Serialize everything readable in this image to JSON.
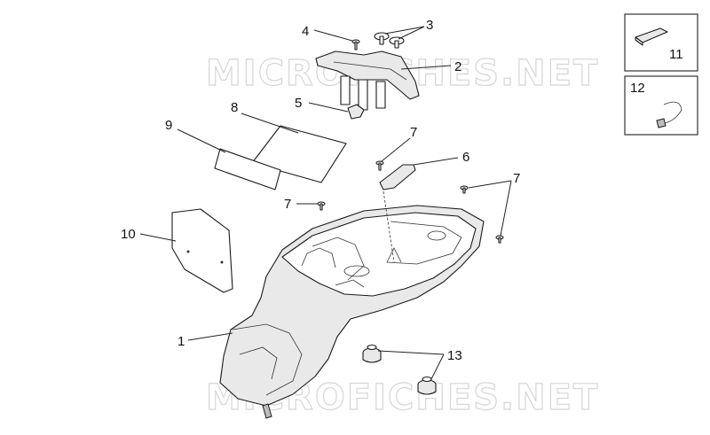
{
  "watermark": {
    "top": "MICROFICHES.NET",
    "bottom": "MICROFICHES.NET"
  },
  "callouts": {
    "c1": "1",
    "c2": "2",
    "c3": "3",
    "c4": "4",
    "c5": "5",
    "c6": "6",
    "c7a": "7",
    "c7b": "7",
    "c7c": "7",
    "c8": "8",
    "c9": "9",
    "c10": "10",
    "c11": "11",
    "c12": "12",
    "c13": "13"
  },
  "icons": {
    "helmet_compartment": "helmet-compartment-icon",
    "bracket": "bracket-icon",
    "screw": "screw-icon"
  }
}
